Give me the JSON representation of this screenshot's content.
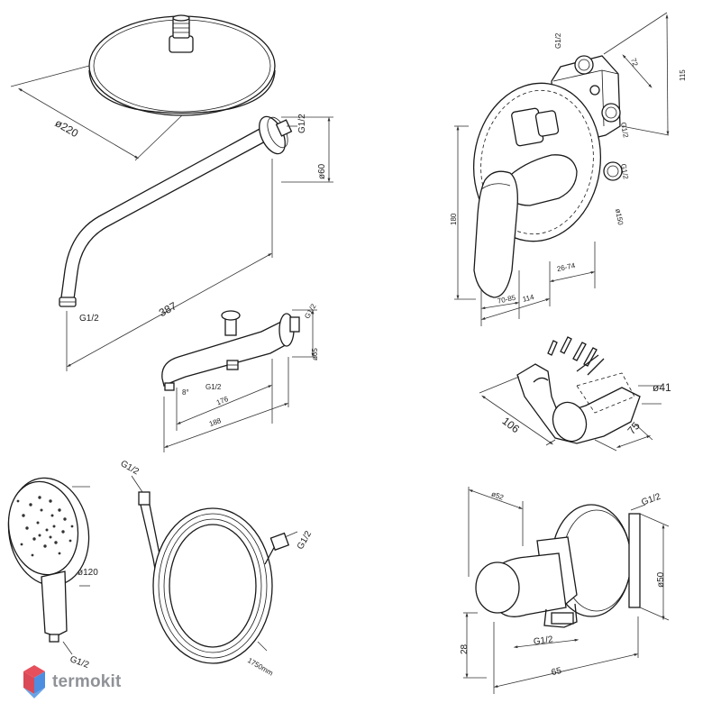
{
  "logo": {
    "text": "termokit",
    "colors": {
      "top": "#e6505c",
      "bottom": "#4d8ee0",
      "text": "#8f9297"
    }
  },
  "head_shower": {
    "diameter": "ø220"
  },
  "shower_arm": {
    "thread": "G1/2",
    "flange": "ø60",
    "length": "387",
    "outlet_thread": "G1/2"
  },
  "spout": {
    "thread": "G1/2",
    "flange": "ø65",
    "angle": "8°",
    "inlet_thread": "G1/2",
    "length_short": "176",
    "length_long": "188"
  },
  "mixer": {
    "thread_top": "G1/2",
    "depth": "115",
    "height": "72",
    "thread_right1": "G1/2",
    "thread_right2": "G1/2",
    "plate": "ø150",
    "depth_max": "180",
    "range1": "70-85",
    "range2": "114",
    "range3": "26-74"
  },
  "holder": {
    "diameter": "ø41",
    "length": "106",
    "width": "75"
  },
  "hand_shower": {
    "thread_top": "G1/2",
    "diameter": "ø120",
    "thread_bottom": "G1/2"
  },
  "hose": {
    "thread_right": "G1/2",
    "length": "1750mm"
  },
  "wall_outlet": {
    "depth": "ø52",
    "thread": "G1/2",
    "flange": "ø50",
    "height": "28",
    "bottom_thread": "G1/2",
    "length": "65"
  }
}
